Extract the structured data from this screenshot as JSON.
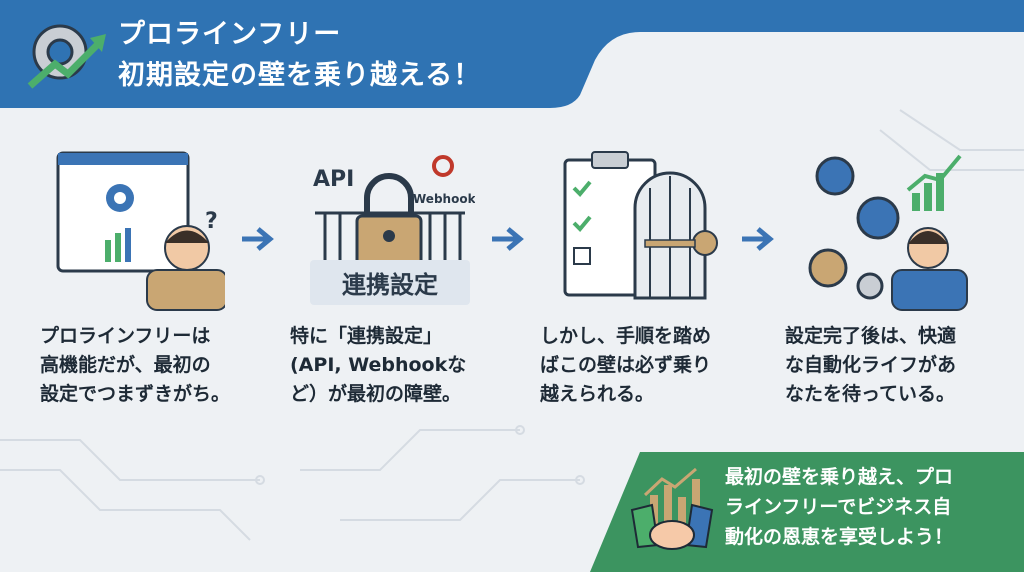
{
  "header": {
    "title_line1": "プロラインフリー",
    "title_line2": "初期設定の壁を乗り越える！"
  },
  "steps": [
    {
      "text": "プロラインフリーは\n高機能だが、最初の\n設定でつまずきがち。"
    },
    {
      "text": "特に「連携設定」\n(API, Webhookな\nど）が最初の障壁。",
      "icon_labels": {
        "api": "API",
        "webhook": "Webhook",
        "sign": "連携設定"
      }
    },
    {
      "text": "しかし、手順を踏め\nばこの壁は必ず乗り\n越えられる。"
    },
    {
      "text": "設定完了後は、快適\nな自動化ライフがあ\nなたを待っている。"
    }
  ],
  "cta": {
    "text": "最初の壁を乗り越え、プロ\nラインフリーでビジネス自\n動化の恩恵を享受しよう！"
  },
  "colors": {
    "header_blue": "#2f73b3",
    "cta_green": "#3c9460",
    "arrow_blue": "#3b74b5"
  }
}
